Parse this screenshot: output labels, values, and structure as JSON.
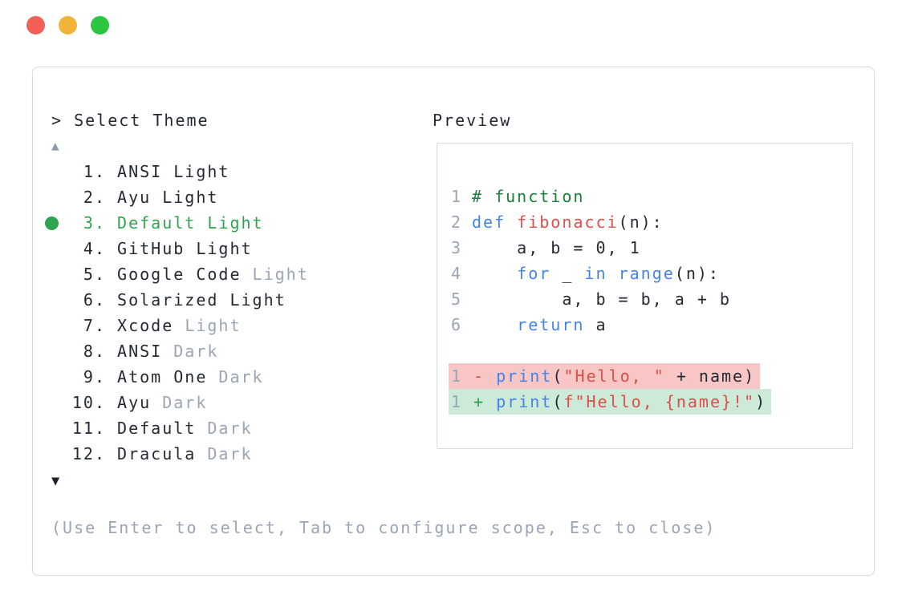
{
  "window": {
    "controls": [
      {
        "name": "close",
        "color": "#f25f57"
      },
      {
        "name": "minimize",
        "color": "#f1b43b"
      },
      {
        "name": "maximize",
        "color": "#2bc63f"
      }
    ]
  },
  "selector": {
    "prompt": "> Select Theme",
    "scroll_up_indicator": "▲",
    "scroll_down_indicator": "▼",
    "items": [
      {
        "number": "1.",
        "name": "ANSI",
        "variant": "Light",
        "variant_muted": false,
        "selected": false
      },
      {
        "number": "2.",
        "name": "Ayu",
        "variant": "Light",
        "variant_muted": false,
        "selected": false
      },
      {
        "number": "3.",
        "name": "Default",
        "variant": "Light",
        "variant_muted": false,
        "selected": true
      },
      {
        "number": "4.",
        "name": "GitHub",
        "variant": "Light",
        "variant_muted": false,
        "selected": false
      },
      {
        "number": "5.",
        "name": "Google Code",
        "variant": "Light",
        "variant_muted": true,
        "selected": false
      },
      {
        "number": "6.",
        "name": "Solarized",
        "variant": "Light",
        "variant_muted": false,
        "selected": false
      },
      {
        "number": "7.",
        "name": "Xcode",
        "variant": "Light",
        "variant_muted": true,
        "selected": false
      },
      {
        "number": "8.",
        "name": "ANSI",
        "variant": "Dark",
        "variant_muted": true,
        "selected": false
      },
      {
        "number": "9.",
        "name": "Atom One",
        "variant": "Dark",
        "variant_muted": true,
        "selected": false
      },
      {
        "number": "10.",
        "name": "Ayu",
        "variant": "Dark",
        "variant_muted": true,
        "selected": false
      },
      {
        "number": "11.",
        "name": "Default",
        "variant": "Dark",
        "variant_muted": true,
        "selected": false
      },
      {
        "number": "12.",
        "name": "Dracula",
        "variant": "Dark",
        "variant_muted": true,
        "selected": false
      }
    ],
    "hint": "(Use Enter to select, Tab to configure scope, Esc to close)"
  },
  "preview": {
    "label": "Preview",
    "code_lines": [
      {
        "number": "1",
        "tokens": [
          [
            "comment",
            "# function"
          ]
        ]
      },
      {
        "number": "2",
        "tokens": [
          [
            "kw",
            "def"
          ],
          [
            "plain",
            " "
          ],
          [
            "fn",
            "fibonacci"
          ],
          [
            "plain",
            "(n):"
          ]
        ]
      },
      {
        "number": "3",
        "tokens": [
          [
            "plain",
            "    a, b = 0, 1"
          ]
        ]
      },
      {
        "number": "4",
        "tokens": [
          [
            "plain",
            "    "
          ],
          [
            "kw",
            "for"
          ],
          [
            "plain",
            " _ "
          ],
          [
            "kw",
            "in"
          ],
          [
            "plain",
            " "
          ],
          [
            "kw",
            "range"
          ],
          [
            "plain",
            "(n):"
          ]
        ]
      },
      {
        "number": "5",
        "tokens": [
          [
            "plain",
            "        a, b = b, a + b"
          ]
        ]
      },
      {
        "number": "6",
        "tokens": [
          [
            "plain",
            "    "
          ],
          [
            "kw",
            "return"
          ],
          [
            "plain",
            " a"
          ]
        ]
      }
    ],
    "diff_lines": [
      {
        "number": "1",
        "sign": "-",
        "type": "removed",
        "tokens": [
          [
            "kw",
            "print"
          ],
          [
            "plain",
            "("
          ],
          [
            "str",
            "\"Hello, \""
          ],
          [
            "plain",
            " + name)"
          ]
        ]
      },
      {
        "number": "1",
        "sign": "+",
        "type": "added",
        "tokens": [
          [
            "kw",
            "print"
          ],
          [
            "plain",
            "("
          ],
          [
            "str",
            "f\"Hello, {name}!\""
          ],
          [
            "plain",
            ")"
          ]
        ]
      }
    ]
  },
  "colors": {
    "accent_green": "#2fa44f",
    "muted_gray": "#9aa5b5",
    "text": "#242a33",
    "keyword_blue": "#4583ec",
    "function_red": "#dd4f4a",
    "string_red": "#d9504b",
    "comment_green": "#188038",
    "diff_removed_bg": "#f8c6c4",
    "diff_added_bg": "#cde9d7",
    "border": "#d7dbe2"
  }
}
